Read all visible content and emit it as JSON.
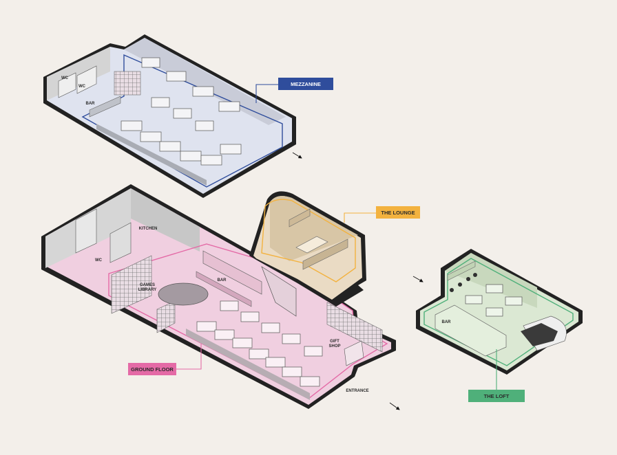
{
  "zones": {
    "mezzanine": {
      "label": "MEZZANINE",
      "color": "#2f4d9c",
      "text_color": "#ffffff"
    },
    "lounge": {
      "label": "THE LOUNGE",
      "color": "#f3b23f",
      "text_color": "#2a2a2a"
    },
    "ground_floor": {
      "label": "GROUND FLOOR",
      "color": "#e46aa6",
      "text_color": "#2a2a2a"
    },
    "loft": {
      "label": "THE LOFT",
      "color": "#4fb07a",
      "text_color": "#2a2a2a"
    }
  },
  "rooms": {
    "mezz_wc_1": "WC",
    "mezz_wc_2": "WC",
    "mezz_bar": "BAR",
    "kitchen": "KITCHEN",
    "ground_wc": "WC",
    "games_library_1": "GAMES",
    "games_library_2": "LIBRARY",
    "ground_bar": "BAR",
    "gift_shop_1": "GIFT",
    "gift_shop_2": "SHOP",
    "entrance": "ENTRANCE",
    "loft_bar": "BAR"
  },
  "icons": {
    "entry_arrow": "arrow-icon"
  }
}
